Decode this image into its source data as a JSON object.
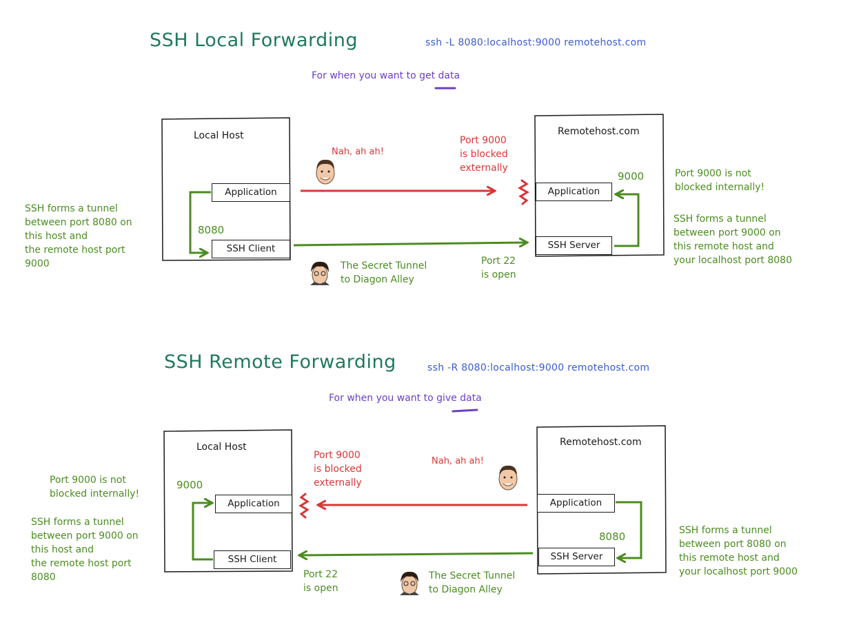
{
  "colors": {
    "title": "#1e7a5a",
    "command": "#3a5bd0",
    "purpose": "#6a3fc4",
    "green": "#4a8c1f",
    "red": "#d93636",
    "ink": "#1a1a1a"
  },
  "local": {
    "title": "SSH Local Forwarding",
    "command": "ssh -L 8080:localhost:9000 remotehost.com",
    "purpose": "For when you want to get data",
    "local_host": {
      "title": "Local Host",
      "application": "Application",
      "ssh_client": "SSH Client",
      "port": "8080"
    },
    "remote_host": {
      "title": "Remotehost.com",
      "application": "Application",
      "ssh_server": "SSH Server",
      "port": "9000"
    },
    "nah": "Nah, ah ah!",
    "blocked": [
      "Port 9000",
      "is blocked",
      "externally"
    ],
    "open": [
      "Port 22",
      "is open"
    ],
    "tunnel_caption": [
      "The Secret Tunnel",
      "to Diagon Alley"
    ],
    "left_note": [
      "SSH forms a tunnel",
      "between port 8080 on",
      "this host and",
      "the remote host port",
      "9000"
    ],
    "right_note_a": [
      "Port 9000 is not",
      "blocked internally!"
    ],
    "right_note_b": [
      "SSH forms a tunnel",
      "between port 9000 on",
      "this remote host and",
      "your localhost port 8080"
    ]
  },
  "remote": {
    "title": "SSH Remote Forwarding",
    "command": "ssh -R 8080:localhost:9000 remotehost.com",
    "purpose": "For when you want to give data",
    "local_host": {
      "title": "Local Host",
      "application": "Application",
      "ssh_client": "SSH Client",
      "port": "9000"
    },
    "remote_host": {
      "title": "Remotehost.com",
      "application": "Application",
      "ssh_server": "SSH Server",
      "port": "8080"
    },
    "nah": "Nah, ah ah!",
    "blocked": [
      "Port 9000",
      "is blocked",
      "externally"
    ],
    "open": [
      "Port 22",
      "is open"
    ],
    "tunnel_caption": [
      "The Secret Tunnel",
      "to Diagon Alley"
    ],
    "left_note_a": [
      "Port 9000 is not",
      "blocked internally!"
    ],
    "left_note_b": [
      "SSH forms a tunnel",
      "between port 9000 on",
      "this host and",
      "the remote host port",
      "8080"
    ],
    "right_note": [
      "SSH forms a tunnel",
      "between port 8080 on",
      "this remote host and",
      "your localhost port 9000"
    ]
  }
}
